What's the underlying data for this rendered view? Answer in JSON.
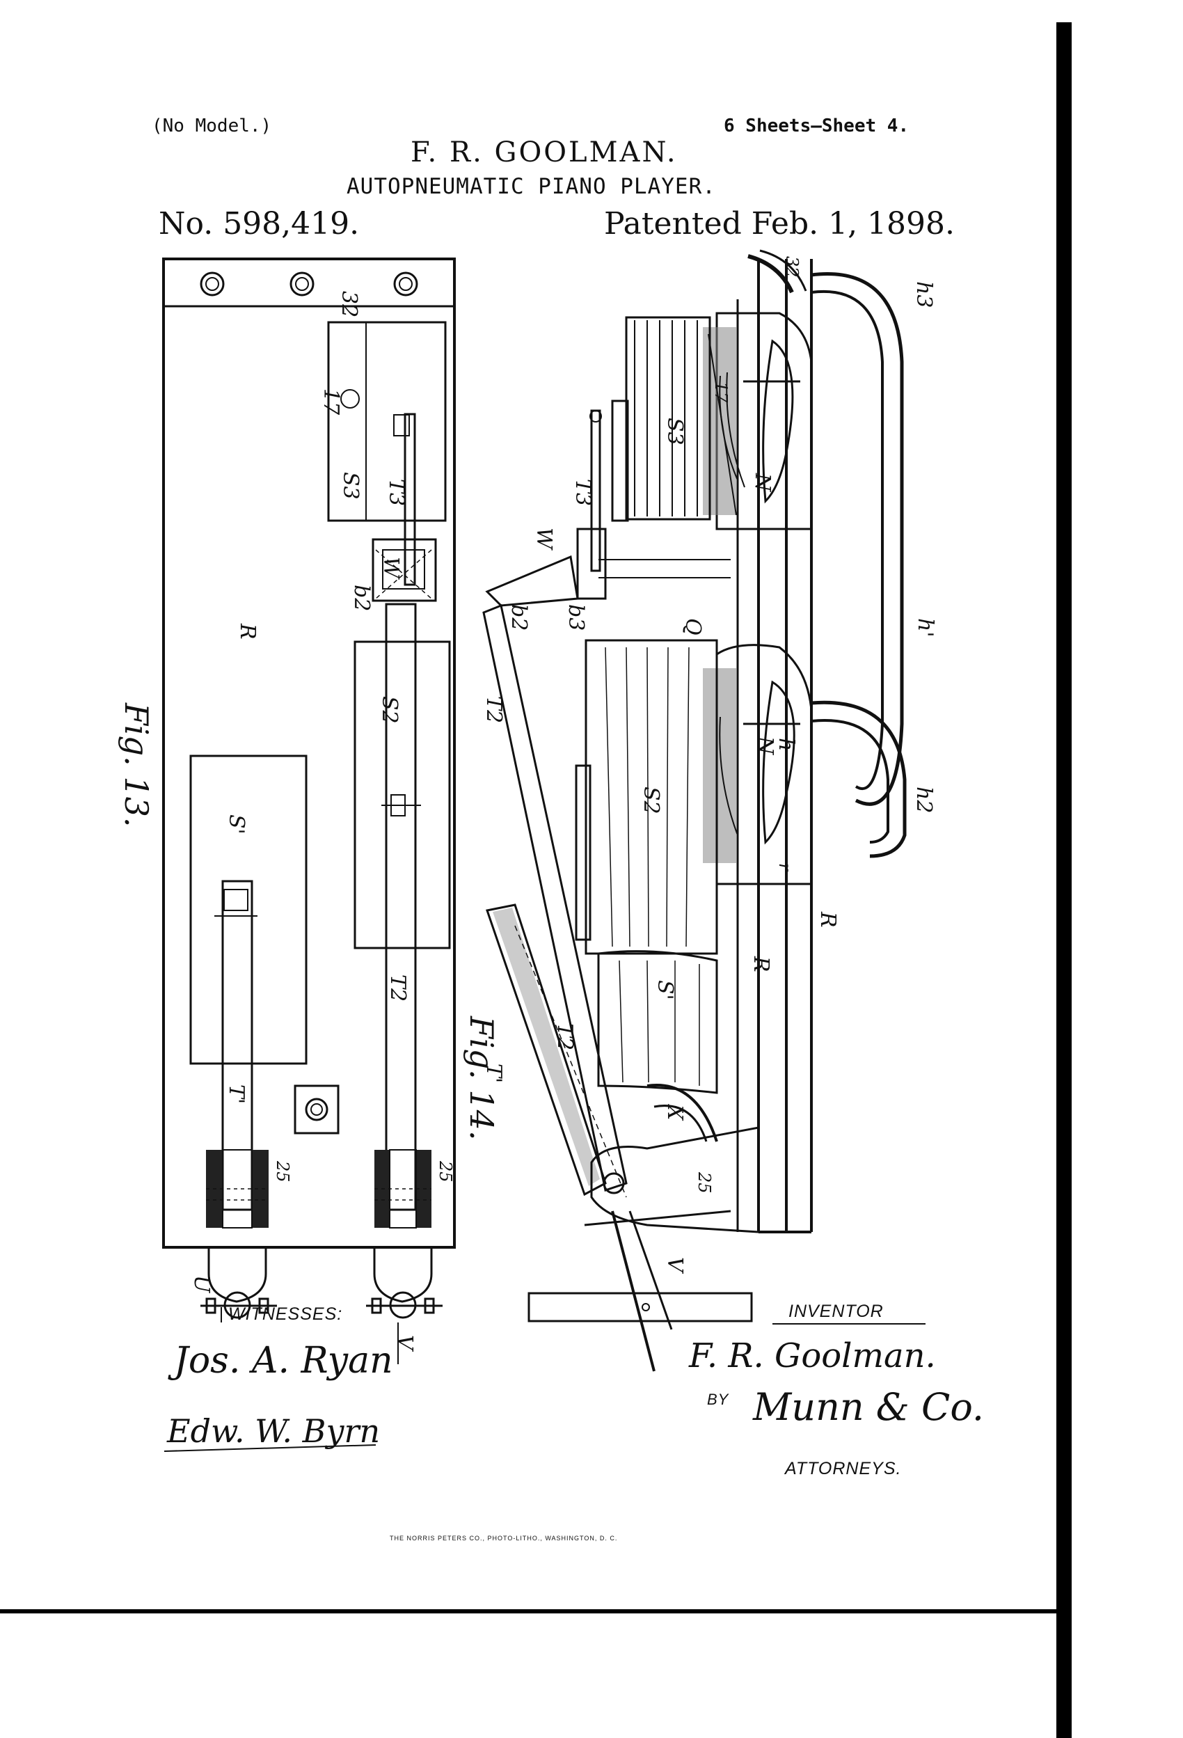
{
  "header": {
    "model_note": "(No Model.)",
    "sheets": "6 Sheets—Sheet 4.",
    "inventor_name": "F. R. GOOLMAN.",
    "title": "AUTOPNEUMATIC PIANO PLAYER.",
    "patent_number": "No. 598,419.",
    "patent_date": "Patented Feb. 1, 1898."
  },
  "figures": {
    "fig13": {
      "label": "Fig. 13.",
      "parts": {
        "p32": "32",
        "p17": "17",
        "S3": "S3",
        "T3": "T3",
        "W": "W",
        "b2": "b2",
        "R": "R",
        "S2": "S2",
        "S1": "S'",
        "T2": "T2",
        "T1": "T'",
        "p25a": "25",
        "p25b": "25",
        "U": "U",
        "V": "V"
      }
    },
    "fig14": {
      "label": "Fig. 14.",
      "parts": {
        "p32": "32",
        "h3": "h3",
        "p17": "17",
        "S3": "S3",
        "N1": "N",
        "T3": "T3",
        "W": "W",
        "b2": "b2",
        "b3": "b3",
        "Q": "Q",
        "h1": "h'",
        "T2a": "T2",
        "N2": "N",
        "h": "h",
        "h2": "h2",
        "S2": "S2",
        "r": "r",
        "R1": "R",
        "R2": "R",
        "S1": "S'",
        "T1": "T'",
        "T2b": "T2",
        "X": "X",
        "p25": "25",
        "V": "V"
      }
    }
  },
  "witnesses": {
    "heading": "WITNESSES:",
    "signature_1": "Jos. A. Ryan",
    "signature_2": "Edw. W. Byrn"
  },
  "inventor": {
    "heading": "INVENTOR",
    "signature": "F. R. Goolman.",
    "by": "BY",
    "attorney_signature": "Munn & Co.",
    "attorneys_label": "ATTORNEYS."
  },
  "footer": {
    "printer": "THE NORRIS PETERS CO., PHOTO-LITHO., WASHINGTON, D. C."
  }
}
